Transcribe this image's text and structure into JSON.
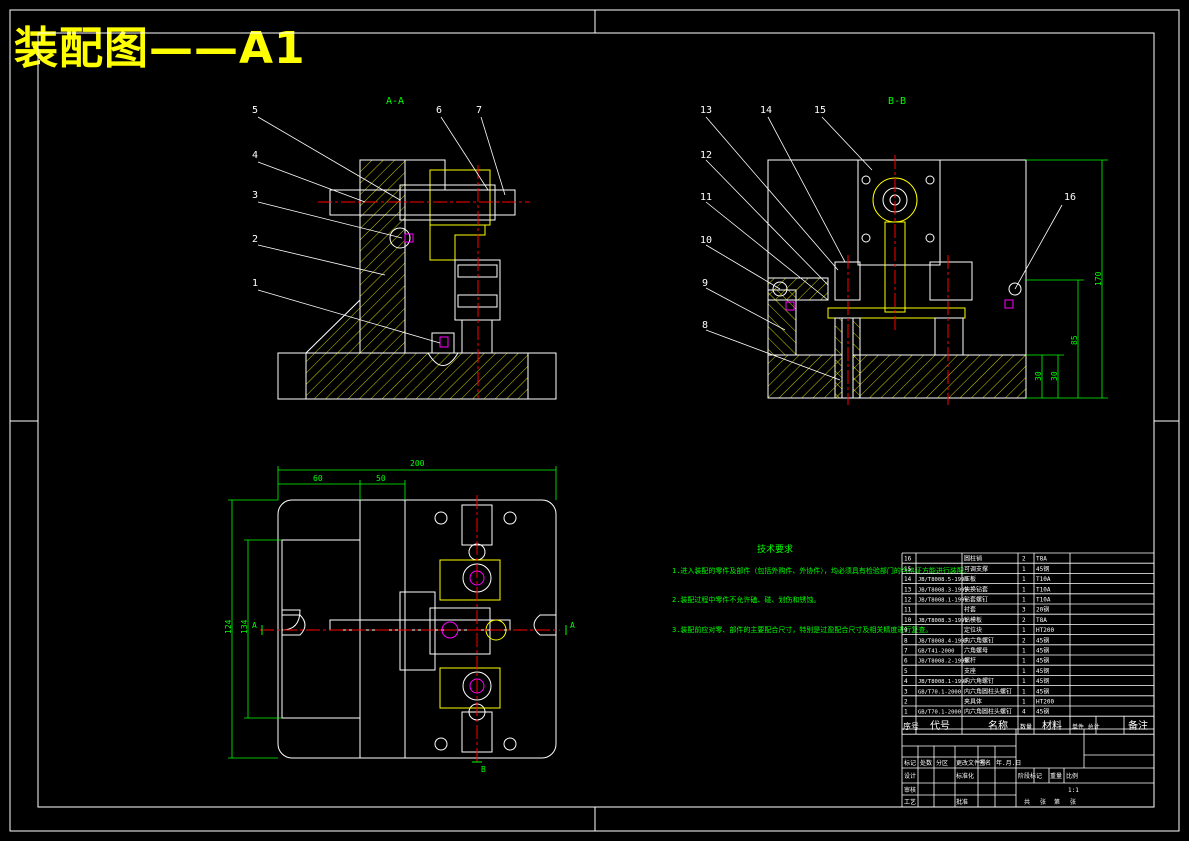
{
  "title": "装配图——A1",
  "views": {
    "aa": "A-A",
    "bb": "B-B"
  },
  "balloons_aa": [
    "5",
    "4",
    "3",
    "2",
    "1",
    "6",
    "7"
  ],
  "balloons_bb": [
    "13",
    "14",
    "15",
    "12",
    "11",
    "10",
    "9",
    "8",
    "16"
  ],
  "dims_bb": [
    "170",
    "85",
    "30",
    "30"
  ],
  "dims_plan": [
    "200",
    "60",
    "50",
    "124",
    "134"
  ],
  "section_marks": [
    "A",
    "B"
  ],
  "tech_requirements": {
    "title": "技术要求",
    "items": [
      "1.进入装配的零件及部件（包括外购件、外协件），均必须具有检验部门的合格证方能进行装配。",
      "2.装配过程中零件不允许磕、碰、划伤和锈蚀。",
      "3.装配前应对零、部件的主要配合尺寸，特别是过盈配合尺寸及相关精度进行复查。"
    ]
  },
  "bom": {
    "rows": [
      {
        "no": "16",
        "code": "",
        "name": "圆柱销",
        "qty": "2",
        "mat": "T8A"
      },
      {
        "no": "15",
        "code": "",
        "name": "可调支撑",
        "qty": "1",
        "mat": "45钢"
      },
      {
        "no": "14",
        "code": "JB/T8008.5-1999",
        "name": "压板",
        "qty": "1",
        "mat": "T10A"
      },
      {
        "no": "13",
        "code": "JB/T8008.3-1999",
        "name": "快换钻套",
        "qty": "1",
        "mat": "T10A"
      },
      {
        "no": "12",
        "code": "JB/T8008.1-1999",
        "name": "钻套螺钉",
        "qty": "1",
        "mat": "T10A"
      },
      {
        "no": "11",
        "code": "",
        "name": "衬套",
        "qty": "3",
        "mat": "20钢"
      },
      {
        "no": "10",
        "code": "JB/T8008.3-1999",
        "name": "钻模板",
        "qty": "2",
        "mat": "T8A"
      },
      {
        "no": "9",
        "code": "",
        "name": "定位块",
        "qty": "1",
        "mat": "HT200"
      },
      {
        "no": "8",
        "code": "JB/T8008.4-1999",
        "name": "内六角螺钉",
        "qty": "2",
        "mat": "45钢"
      },
      {
        "no": "7",
        "code": "GB/T41-2000",
        "name": "六角螺母",
        "qty": "1",
        "mat": "45钢"
      },
      {
        "no": "6",
        "code": "JB/T8008.2-1999",
        "name": "螺杆",
        "qty": "1",
        "mat": "45钢"
      },
      {
        "no": "5",
        "code": "",
        "name": "支座",
        "qty": "1",
        "mat": "45钢"
      },
      {
        "no": "4",
        "code": "JB/T8008.1-1999",
        "name": "内六角螺钉",
        "qty": "1",
        "mat": "45钢"
      },
      {
        "no": "3",
        "code": "GB/T70.1-2000",
        "name": "内六角圆柱头螺钉",
        "qty": "1",
        "mat": "45钢"
      },
      {
        "no": "2",
        "code": "",
        "name": "夹具体",
        "qty": "1",
        "mat": "HT200"
      },
      {
        "no": "1",
        "code": "GB/T70.1-2000",
        "name": "内六角圆柱头螺钉",
        "qty": "4",
        "mat": "45钢"
      }
    ],
    "header": {
      "no": "序号",
      "code": "代号",
      "name": "名称",
      "qty": "数量",
      "mat": "材料",
      "weight": "单件 总计",
      "note": "备注"
    }
  },
  "title_block": {
    "row1": [
      "标记",
      "处数",
      "分区",
      "更改文件号",
      "签名",
      "年.月.日"
    ],
    "row2": [
      "设计",
      "",
      "标准化"
    ],
    "row3": [
      "阶段标记",
      "重量",
      "比例"
    ],
    "scale": "1:1",
    "row4": [
      "审核"
    ],
    "row5": [
      "工艺",
      "批准"
    ],
    "sheet": [
      "共",
      "张",
      "第",
      "张"
    ]
  },
  "colors": {
    "outline": "#ffffff",
    "dimension": "#00ff00",
    "centerline": "#ff0000",
    "leader": "#ffffff",
    "title": "#ffff00",
    "hatch": "#ffff00",
    "part": "#ffff00",
    "screw": "#ff00ff"
  }
}
